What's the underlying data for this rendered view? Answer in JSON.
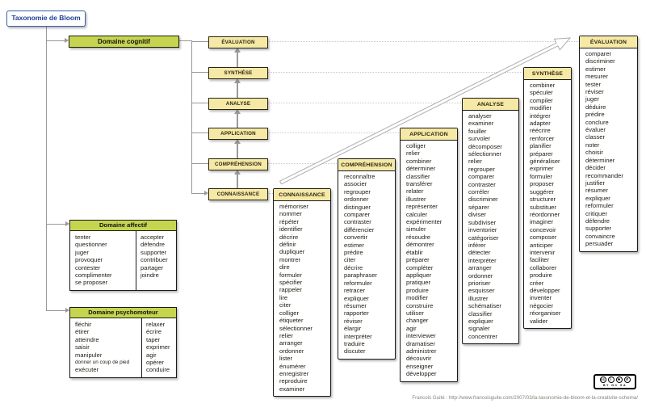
{
  "title": "Taxonomie de Bloom",
  "domains": {
    "cognitive": {
      "label": "Domaine cognitif",
      "levels": [
        "ÉVALUATION",
        "SYNTHÈSE",
        "ANALYSE",
        "APPLICATION",
        "COMPRÉHENSION",
        "CONNAISSANCE"
      ]
    },
    "affective": {
      "label": "Domaine affectif",
      "left": [
        "tenter",
        "questionner",
        "juger",
        "provoquer",
        "contester",
        "complimenter",
        "se proposer"
      ],
      "right": [
        "accepter",
        "défendre",
        "supporter",
        "contribuer",
        "partager",
        "joindre"
      ]
    },
    "psychomotor": {
      "label": "Domaine psychomoteur",
      "left": [
        "fléchir",
        "étirer",
        "atteindre",
        "saisir",
        "manipuler",
        "donner un coup de pied",
        "exécuter"
      ],
      "right": [
        "relaxer",
        "écrire",
        "taper",
        "exprimer",
        "agir",
        "opérer",
        "conduire"
      ]
    }
  },
  "columns": [
    {
      "title": "CONNAISSANCE",
      "verbs": [
        "mémoriser",
        "nommer",
        "répéter",
        "identifier",
        "décrire",
        "définir",
        "dupliquer",
        "montrer",
        "dire",
        "formuler",
        "spécifier",
        "rappeler",
        "lire",
        "citer",
        "colliger",
        "étiqueter",
        "sélectionner",
        "relier",
        "arranger",
        "ordonner",
        "lister",
        "énumérer",
        "enregistrer",
        "reproduire",
        "examiner"
      ]
    },
    {
      "title": "COMPRÉHENSION",
      "verbs": [
        "reconnaître",
        "associer",
        "regrouper",
        "ordonner",
        "distinguer",
        "comparer",
        "contraster",
        "différencier",
        "convertir",
        "estimer",
        "prédire",
        "citer",
        "décrire",
        "paraphraser",
        "reformuler",
        "retracer",
        "expliquer",
        "résumer",
        "rapporter",
        "réviser",
        "élargir",
        "interpréter",
        "traduire",
        "discuter"
      ]
    },
    {
      "title": "APPLICATION",
      "verbs": [
        "colliger",
        "relier",
        "combiner",
        "déterminer",
        "classifier",
        "transférer",
        "relater",
        "illustrer",
        "représenter",
        "calculer",
        "expérimenter",
        "simuler",
        "résoudre",
        "démontrer",
        "établir",
        "préparer",
        "compléter",
        "appliquer",
        "pratiquer",
        "produire",
        "modifier",
        "construire",
        "utiliser",
        "changer",
        "agir",
        "interviewer",
        "dramatiser",
        "administrer",
        "découvrir",
        "enseigner",
        "développer"
      ]
    },
    {
      "title": "ANALYSE",
      "verbs": [
        "analyser",
        "examiner",
        "fouiller",
        "survoler",
        "décomposer",
        "sélectionner",
        "relier",
        "regrouper",
        "comparer",
        "contraster",
        "corréler",
        "discriminer",
        "séparer",
        "diviser",
        "subdiviser",
        "inventorier",
        "catégoriser",
        "inférer",
        "détecter",
        "interpréter",
        "arranger",
        "ordonner",
        "prioriser",
        "esquisser",
        "illustrer",
        "schématiser",
        "classifier",
        "expliquer",
        "signaler",
        "concentrer"
      ]
    },
    {
      "title": "SYNTHÈSE",
      "verbs": [
        "combiner",
        "spéculer",
        "compiler",
        "modifier",
        "intégrer",
        "adapter",
        "réécrire",
        "renforcer",
        "planifier",
        "préparer",
        "généraliser",
        "exprimer",
        "formuler",
        "proposer",
        "suggérer",
        "structurer",
        "substituer",
        "réordonner",
        "imaginer",
        "concevoir",
        "composer",
        "anticiper",
        "intervenir",
        "faciliter",
        "collaborer",
        "produire",
        "créer",
        "développer",
        "inventer",
        "négocier",
        "réorganiser",
        "valider"
      ]
    },
    {
      "title": "ÉVALUATION",
      "verbs": [
        "comparer",
        "discriminer",
        "estimer",
        "mesurer",
        "tester",
        "réviser",
        "juger",
        "déduire",
        "prédire",
        "conclure",
        "évaluer",
        "classer",
        "noter",
        "choisir",
        "déterminer",
        "décider",
        "recommander",
        "justifier",
        "résumer",
        "expliquer",
        "reformuler",
        "critiquer",
        "défendre",
        "supporter",
        "convaincre",
        "persuader"
      ]
    }
  ],
  "footer": {
    "attribution": "Francois Guité : http://www.francoisguite.com/2007/03/la-taxonomie-de-bloom-et-la-creativite-schema/"
  },
  "cc_badge": {
    "cc": "cc",
    "by": "i",
    "nc": "$",
    "sa": "↺",
    "labels": "BY NC SA",
    "icons": [
      "cc-logo-icon",
      "attribution-person-icon",
      "non-commercial-icon",
      "share-alike-icon"
    ]
  },
  "colors": {
    "domain_header": "#c6d550",
    "level_fill": "#f6e9a6",
    "title_border": "#3a62ad",
    "title_text": "#1c3f94",
    "connector": "#999999"
  }
}
